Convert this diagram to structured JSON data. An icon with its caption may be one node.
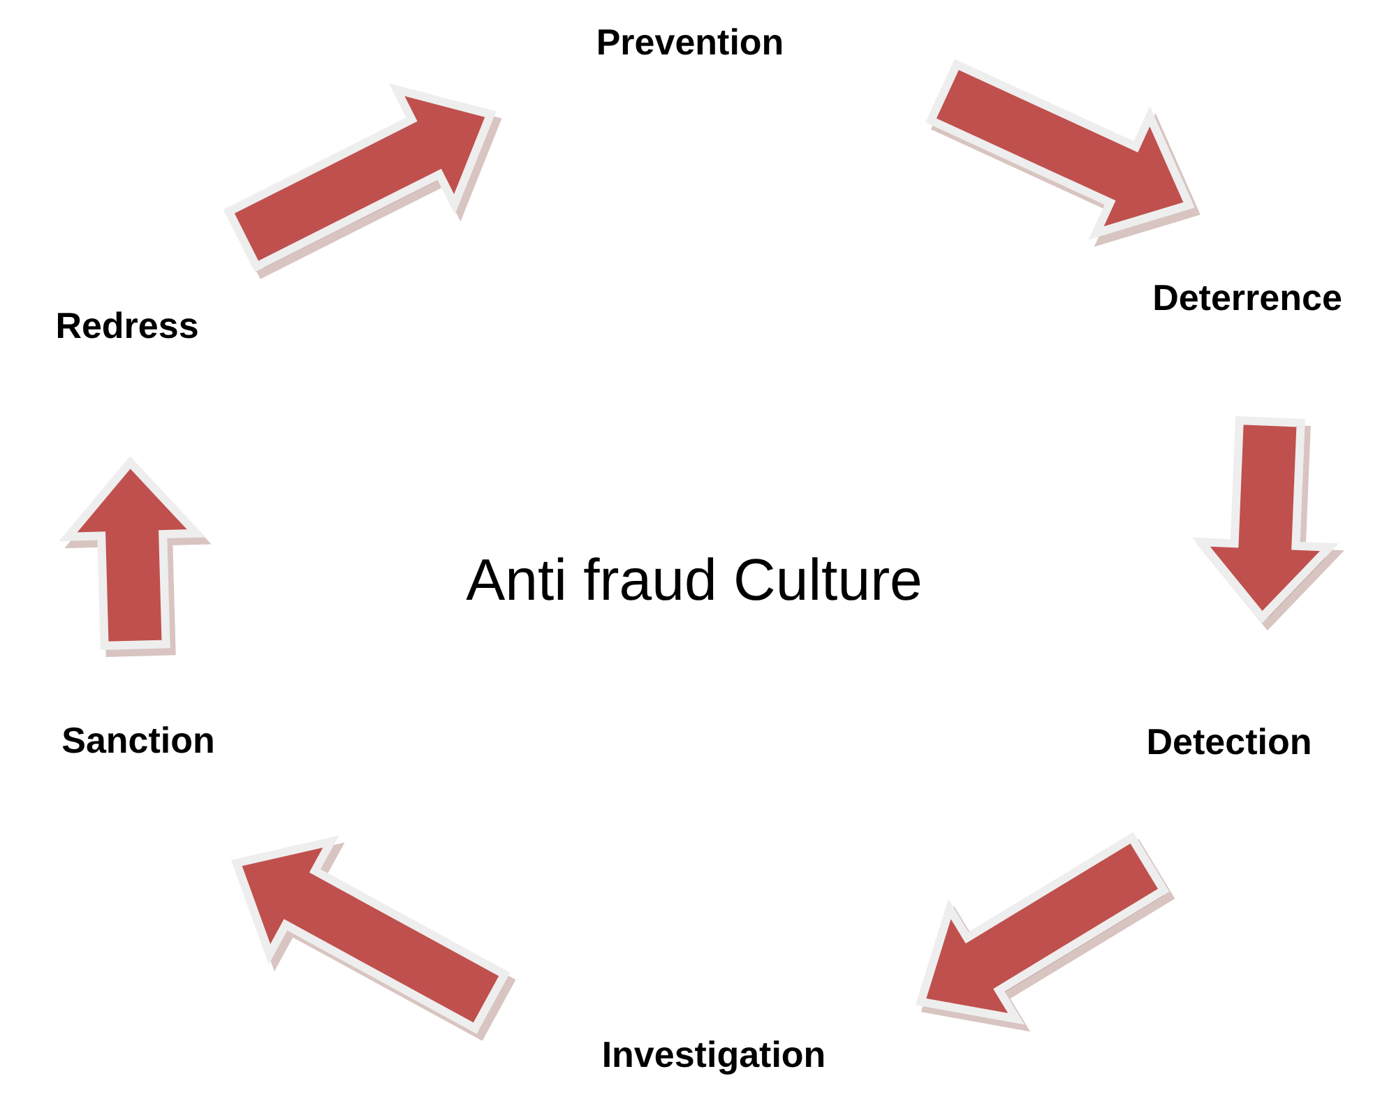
{
  "diagram": {
    "nodes": [
      {
        "text": [
          "Prevention"
        ]
      },
      {
        "text": [
          "Deterrence"
        ]
      },
      {
        "text": [
          "Detection"
        ]
      },
      {
        "text": [
          "Investigation"
        ]
      },
      {
        "text": [
          "Sanction"
        ]
      },
      {
        "text": [
          "Redress"
        ]
      }
    ],
    "edges": [
      {
        "from": 0,
        "to": 1,
        "arrow": "to"
      },
      {
        "from": 1,
        "to": 2,
        "arrow": "to"
      },
      {
        "from": 2,
        "to": 3,
        "arrow": "to"
      },
      {
        "from": 3,
        "to": 4,
        "arrow": "to"
      },
      {
        "from": 4,
        "to": 5,
        "arrow": "to"
      },
      {
        "from": 5,
        "to": 0,
        "arrow": "to"
      }
    ],
    "labels": [
      "Anti fraud Culture"
    ]
  }
}
